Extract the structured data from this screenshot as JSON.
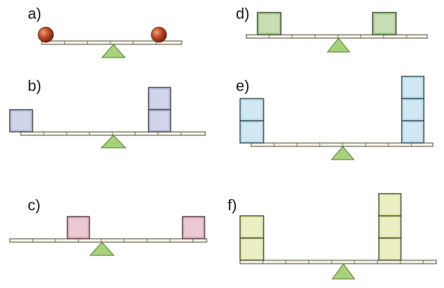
{
  "colors": {
    "beam_fill": "#f4f1e4",
    "beam_stroke": "#4a4a3c",
    "fulcrum_fill": "#a8d27a",
    "fulcrum_stroke": "#4e7a2c",
    "ball": "#b5431e",
    "block_green": "#a9cc8c",
    "block_lavender": "#b9bfde",
    "block_pink": "#e2aebe",
    "block_cyan": "#b5dcec",
    "block_yellow": "#e0e6a4"
  },
  "panels": [
    {
      "label": "a)",
      "objects": [
        {
          "kind": "ball",
          "count": 1,
          "side": "left"
        },
        {
          "kind": "ball",
          "count": 1,
          "side": "right"
        }
      ]
    },
    {
      "label": "b)",
      "objects": [
        {
          "kind": "block",
          "color": "lavender",
          "count": 1,
          "side": "left"
        },
        {
          "kind": "block",
          "color": "lavender",
          "count": 2,
          "side": "right"
        }
      ]
    },
    {
      "label": "c)",
      "objects": [
        {
          "kind": "block",
          "color": "pink",
          "count": 1,
          "side": "left"
        },
        {
          "kind": "block",
          "color": "pink",
          "count": 1,
          "side": "right"
        }
      ]
    },
    {
      "label": "d)",
      "objects": [
        {
          "kind": "block",
          "color": "green",
          "count": 1,
          "side": "left"
        },
        {
          "kind": "block",
          "color": "green",
          "count": 1,
          "side": "right"
        }
      ]
    },
    {
      "label": "e)",
      "objects": [
        {
          "kind": "block",
          "color": "cyan",
          "count": 2,
          "side": "left"
        },
        {
          "kind": "block",
          "color": "cyan",
          "count": 3,
          "side": "right"
        }
      ]
    },
    {
      "label": "f)",
      "objects": [
        {
          "kind": "block",
          "color": "yellow",
          "count": 2,
          "side": "left"
        },
        {
          "kind": "block",
          "color": "yellow",
          "count": 3,
          "side": "right"
        }
      ]
    }
  ]
}
